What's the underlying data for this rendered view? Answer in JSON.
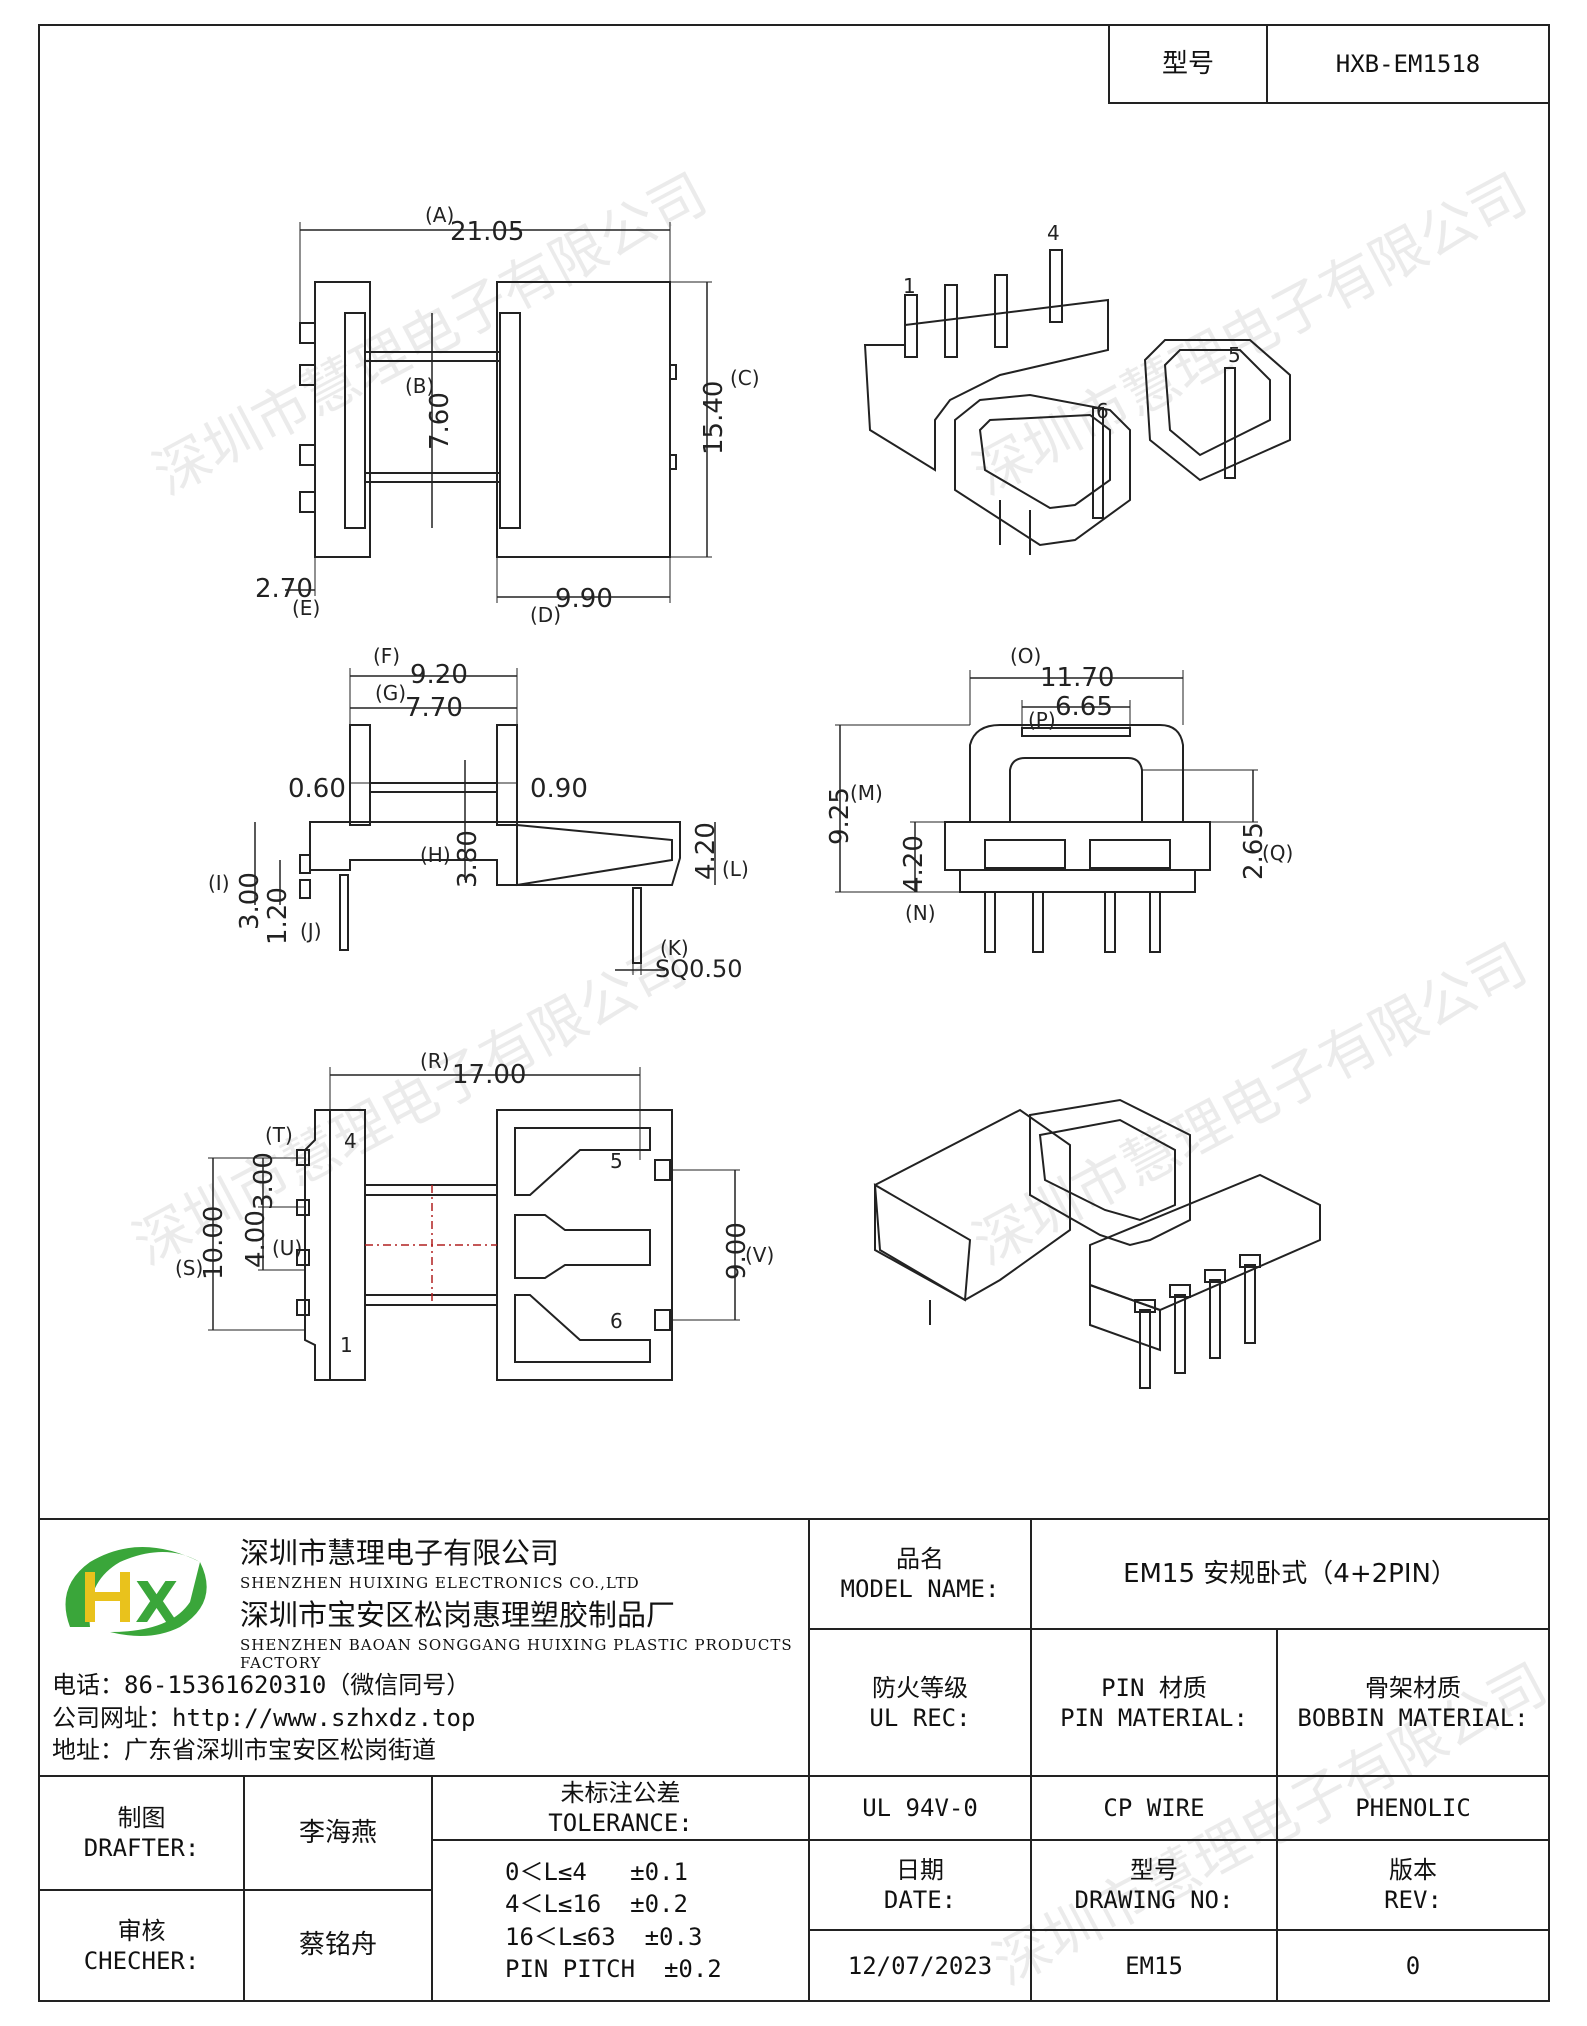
{
  "header": {
    "model_label": "型号",
    "model_value": "HXB-EM1518"
  },
  "watermark": "深圳市慧理电子有限公司",
  "drawing": {
    "top_view": {
      "A": "(A)",
      "A_val": "21.05",
      "B": "(B)",
      "B_val": "7.60",
      "C": "(C)",
      "C_val": "15.40",
      "D": "(D)",
      "D_val": "9.90",
      "E": "(E)",
      "E_val": "2.70"
    },
    "iso_pins": [
      "1",
      "4",
      "5",
      "6"
    ],
    "side_view": {
      "F": "(F)",
      "F_val": "9.20",
      "G": "(G)",
      "G_val": "7.70",
      "left_small": "0.60",
      "right_small": "0.90",
      "H": "(H)",
      "H_val": "3.80",
      "L": "(L)",
      "L_val": "4.20",
      "I": "(I)",
      "I_val": "3.00",
      "J": "(J)",
      "J_val": "1.20",
      "K": "(K)",
      "K_val": "SQ0.50"
    },
    "front_view": {
      "O": "(O)",
      "O_val": "11.70",
      "P": "(P)",
      "P_val": "6.65",
      "M": "(M)",
      "M_val": "9.25",
      "N": "(N)",
      "N_val": "4.20",
      "Q": "(Q)",
      "Q_val": "2.65"
    },
    "bottom_view": {
      "R": "(R)",
      "R_val": "17.00",
      "S": "(S)",
      "S_val": "10.00",
      "T": "(T)",
      "T_val": "3.00",
      "U": "(U)",
      "U_val": "4.00",
      "V": "(V)",
      "V_val": "9.00",
      "pins": [
        "4",
        "1",
        "5",
        "6"
      ]
    }
  },
  "company": {
    "logo_text": "HX",
    "name_cn": "深圳市慧理电子有限公司",
    "name_en": "SHENZHEN HUIXING ELECTRONICS CO.,LTD",
    "factory_cn": "深圳市宝安区松岗惠理塑胶制品厂",
    "factory_en": "SHENZHEN BAOAN SONGGANG HUIXING PLASTIC PRODUCTS FACTORY",
    "phone": "电话：86-15361620310（微信同号）",
    "website": "公司网址：http://www.szhxdz.top",
    "address": "地址：广东省深圳市宝安区松岗街道"
  },
  "title_block": {
    "model_name_cn": "品名",
    "model_name_en": "MODEL NAME:",
    "model_name_value": "EM15 安规卧式（4+2PIN）",
    "ul_cn": "防火等级",
    "ul_en": "UL REC:",
    "pin_cn": "PIN 材质",
    "pin_en": "PIN MATERIAL:",
    "bobbin_cn": "骨架材质",
    "bobbin_en": "BOBBIN MATERIAL:",
    "ul_value": "UL 94V-0",
    "pin_value": "CP WIRE",
    "bobbin_value": "PHENOLIC",
    "date_cn": "日期",
    "date_en": "DATE:",
    "drawno_cn": "型号",
    "drawno_en": "DRAWING NO:",
    "rev_cn": "版本",
    "rev_en": "REV:",
    "date_value": "12/07/2023",
    "drawno_value": "EM15",
    "rev_value": "0",
    "drafter_cn": "制图",
    "drafter_en": "DRAFTER:",
    "drafter_name": "李海燕",
    "checker_cn": "审核",
    "checker_en": "CHECHER:",
    "checker_name": "蔡铭舟",
    "tolerance_cn": "未标注公差",
    "tolerance_en": "TOLERANCE:",
    "tolerance_lines": [
      "0＜L≤4   ±0.1",
      "4＜L≤16  ±0.2",
      "16＜L≤63  ±0.3",
      "PIN PITCH  ±0.2"
    ]
  },
  "colors": {
    "line": "#222222",
    "logo_green": "#3aa63a",
    "logo_yellow": "#e9c21c",
    "center_line": "#b02020"
  }
}
